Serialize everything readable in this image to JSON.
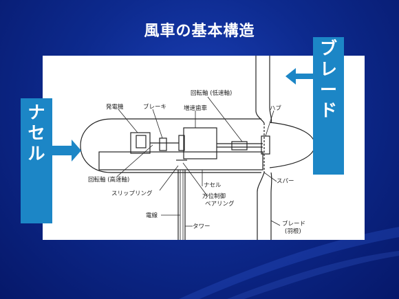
{
  "title": "風車の基本構造",
  "callouts": {
    "nacelle": [
      "ナ",
      "セ",
      "ル"
    ],
    "blade": [
      "ブ",
      "レ",
      "ー",
      "ド"
    ]
  },
  "labels": {
    "generator": "発電機",
    "brake": "ブレーキ",
    "gearbox": "増速歯車",
    "low_speed_shaft": "回転軸 (低速軸)",
    "hub": "ハブ",
    "high_speed_shaft": "回転軸 (高速軸)",
    "slip_ring": "スリップリング",
    "nacelle": "ナセル",
    "spar": "スパー",
    "yaw_bearing_1": "方位制御",
    "yaw_bearing_2": "ベアリング",
    "cable": "電線",
    "tower": "タワー",
    "blade_1": "ブレード",
    "blade_2": "(羽根)"
  },
  "colors": {
    "background": "#0d2a8e",
    "callout": "#1c86c6",
    "arrow": "#1c86c6",
    "panel": "#ffffff"
  }
}
